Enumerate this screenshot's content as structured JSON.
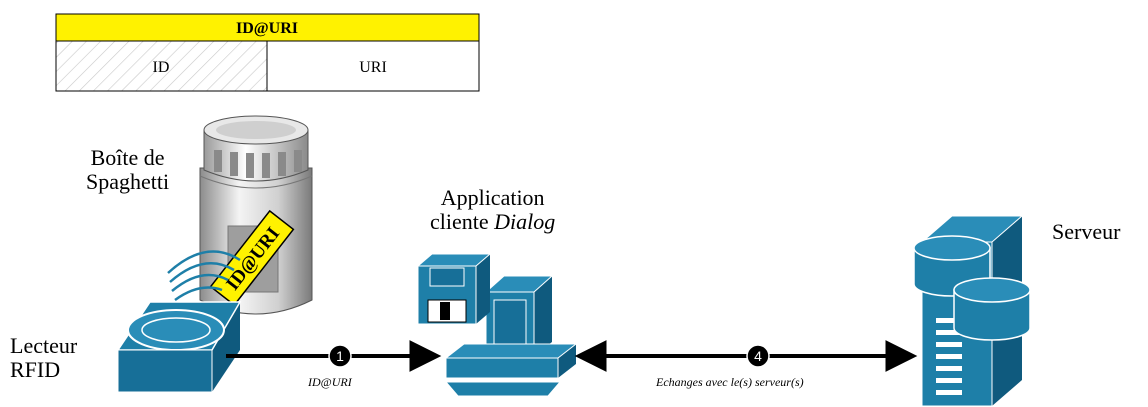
{
  "table": {
    "header": "ID@URI",
    "cells": [
      "ID",
      "URI"
    ]
  },
  "labels": {
    "box_line1": "Boîte de",
    "box_line2": "Spaghetti",
    "tag": "ID@URI",
    "app_line1": "Application",
    "app_line2_prefix": "cliente ",
    "app_line2_italic": "Dialog",
    "server": "Serveur",
    "reader_line1": "Lecteur",
    "reader_line2": "RFID"
  },
  "steps": [
    {
      "number": "1",
      "caption": "ID@URI"
    },
    {
      "number": "4",
      "caption": "Echanges avec le(s) serveur(s)"
    }
  ],
  "colors": {
    "header_yellow": "#FFF200",
    "device_blue": "#1E7FA8",
    "device_dark": "#0F5A7E",
    "hatch": "#C8C8C8"
  },
  "icons": [
    "spaghetti-box-icon",
    "rfid-reader-icon",
    "computer-icon",
    "floppy-disk-icon",
    "server-icon"
  ]
}
